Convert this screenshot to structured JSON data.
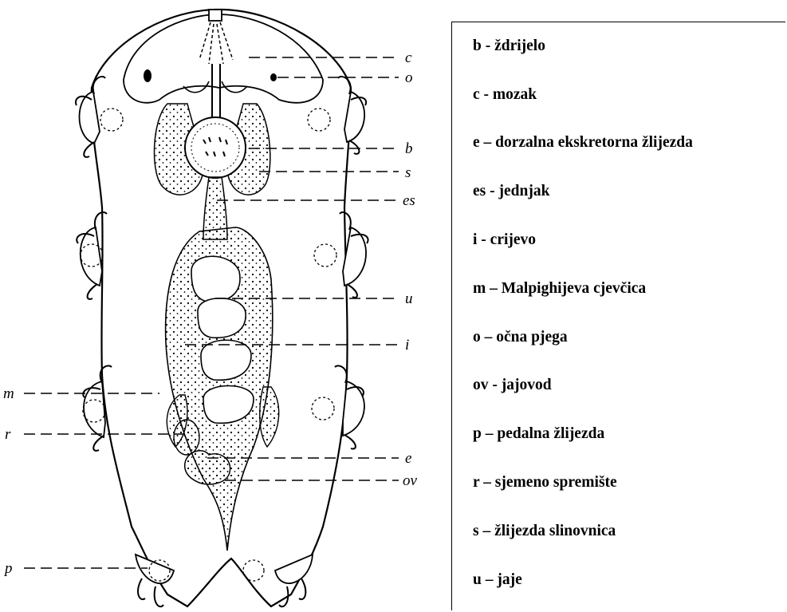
{
  "diagram": {
    "labels": {
      "c": "c",
      "o": "o",
      "b": "b",
      "s": "s",
      "es": "es",
      "u": "u",
      "i": "i",
      "m": "m",
      "r": "r",
      "e": "e",
      "ov": "ov",
      "p": "p"
    }
  },
  "legend": {
    "items": [
      {
        "text": "b - ždrijelo"
      },
      {
        "text": "c - mozak"
      },
      {
        "text": "e – dorzalna ekskretorna žlijezda"
      },
      {
        "text": "es - jednjak"
      },
      {
        "text": "i - crijevo"
      },
      {
        "text": "m – Malpighijeva cjevčica"
      },
      {
        "text": "o – očna pjega"
      },
      {
        "text": "ov - jajovod"
      },
      {
        "text": "p – pedalna žlijezda"
      },
      {
        "text": "r – sjemeno spremište"
      },
      {
        "text": "s – žlijezda slinovnica"
      },
      {
        "text": "u – jaje"
      }
    ]
  }
}
